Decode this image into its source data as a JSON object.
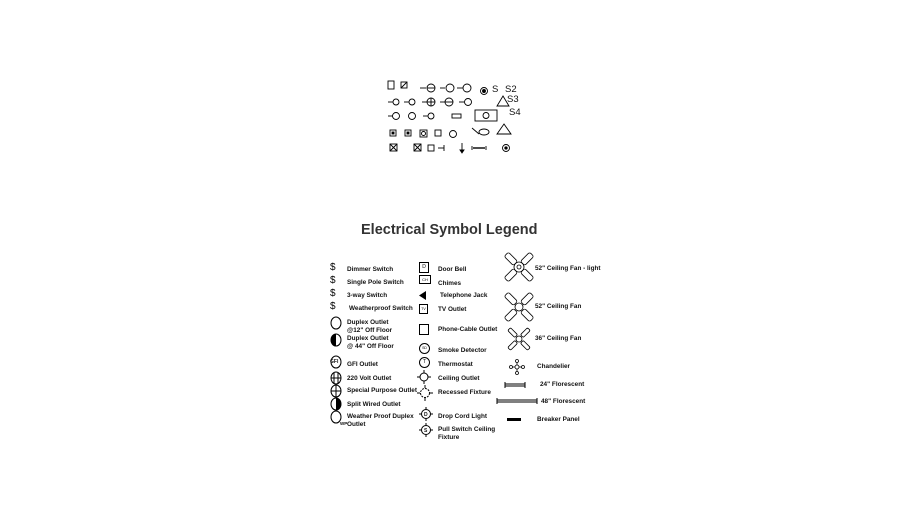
{
  "palette": {
    "switch_labels": [
      "S",
      "S2",
      "S3",
      "S4"
    ]
  },
  "title": "Electrical Symbol Legend",
  "legend": {
    "col1": [
      {
        "label": "Dimmer Switch",
        "icon": "dimmer-switch-icon"
      },
      {
        "label": "Single Pole Switch",
        "icon": "single-pole-switch-icon"
      },
      {
        "label": "3-way Switch",
        "icon": "three-way-switch-icon"
      },
      {
        "label": "Weatherproof Switch",
        "icon": "weatherproof-switch-icon"
      },
      {
        "label": "Duplex Outlet\n@12\" Off Floor",
        "icon": "duplex-outlet-12-icon"
      },
      {
        "label": "Duplex Outlet\n@ 44\" Off Floor",
        "icon": "duplex-outlet-44-icon"
      },
      {
        "label": "GFI Outlet",
        "icon": "gfi-outlet-icon"
      },
      {
        "label": "220 Volt Outlet",
        "icon": "volt-220-outlet-icon"
      },
      {
        "label": "Special Purpose Outlet",
        "icon": "special-purpose-outlet-icon"
      },
      {
        "label": "Split Wired Outlet",
        "icon": "split-wired-outlet-icon"
      },
      {
        "label": "Weather Proof Duplex\nOutlet",
        "icon": "weatherproof-duplex-outlet-icon"
      }
    ],
    "col2": [
      {
        "label": "Door Bell",
        "icon": "door-bell-icon"
      },
      {
        "label": "Chimes",
        "icon": "chimes-icon"
      },
      {
        "label": "Telephone Jack",
        "icon": "telephone-jack-icon"
      },
      {
        "label": "TV Outlet",
        "icon": "tv-outlet-icon"
      },
      {
        "label": "Phone-Cable Outlet",
        "icon": "phone-cable-outlet-icon"
      },
      {
        "label": "Smoke Detector",
        "icon": "smoke-detector-icon"
      },
      {
        "label": "Thermostat",
        "icon": "thermostat-icon"
      },
      {
        "label": "Ceiling Outlet",
        "icon": "ceiling-outlet-icon"
      },
      {
        "label": "Recessed Fixture",
        "icon": "recessed-fixture-icon"
      },
      {
        "label": "Drop Cord Light",
        "icon": "drop-cord-light-icon"
      },
      {
        "label": "Pull Switch Ceiling\nFixture",
        "icon": "pull-switch-ceiling-fixture-icon"
      }
    ],
    "col3": [
      {
        "label": "52\" Ceiling Fan - light",
        "icon": "ceiling-fan-light-icon"
      },
      {
        "label": "52\" Ceiling Fan",
        "icon": "ceiling-fan-52-icon"
      },
      {
        "label": "36\" Ceiling Fan",
        "icon": "ceiling-fan-36-icon"
      },
      {
        "label": "Chandelier",
        "icon": "chandelier-icon"
      },
      {
        "label": "24\" Florescent",
        "icon": "florescent-24-icon"
      },
      {
        "label": "48\" Florescent",
        "icon": "florescent-48-icon"
      },
      {
        "label": "Breaker Panel",
        "icon": "breaker-panel-icon"
      }
    ]
  },
  "icon_text": {
    "s": "$",
    "door_bell": "D",
    "chimes": "CH",
    "tv": "TV",
    "smoke": "SD",
    "thermostat": "T",
    "gfi": "GFI",
    "wp": "WP",
    "drop": "D",
    "pull": "S"
  }
}
